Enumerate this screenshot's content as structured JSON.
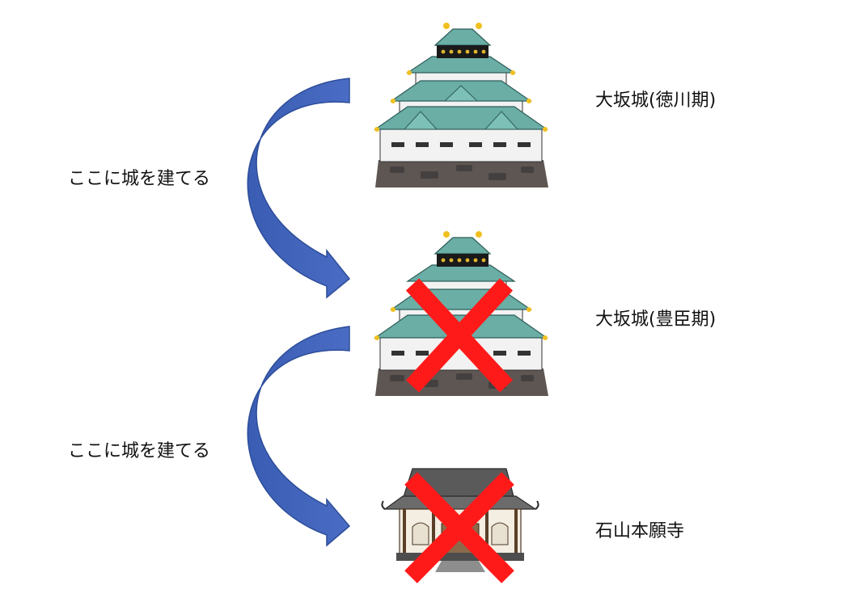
{
  "instruction_labels": [
    "ここに城を建てる",
    "ここに城を建てる"
  ],
  "captions": {
    "castle_tokugawa": "大坂城(徳川期)",
    "castle_toyotomi": "大坂城(豊臣期)",
    "temple": "石山本願寺"
  },
  "colors": {
    "arrow": "#3f62b6",
    "cross": "#ff1a1a",
    "roof": "#6aaea6",
    "stone": "#5e5652",
    "temple_roof": "#5a5a5a"
  },
  "icons": [
    "curved-arrow-icon",
    "castle-icon",
    "temple-icon",
    "red-cross-icon"
  ]
}
